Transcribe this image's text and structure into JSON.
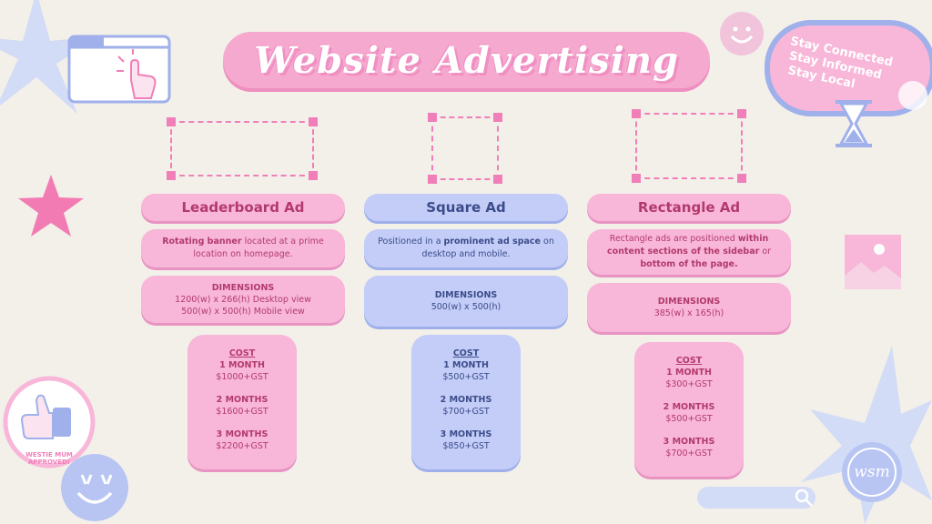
{
  "title": "Website Advertising",
  "sticker_lines": [
    "Stay Connected",
    "Stay Informed",
    "Stay Local"
  ],
  "badge_text": "WESTIE MUM APPROVED!",
  "logo_text": "wsm",
  "ads": [
    {
      "name": "Leaderboard Ad",
      "desc_parts": [
        {
          "t": "Rotating banner",
          "b": true
        },
        {
          "t": " located at a prime location on homepage.",
          "b": false
        }
      ],
      "dimensions_label": "DIMENSIONS",
      "dimensions": [
        "1200(w) x 266(h) Desktop view",
        "500(w) x 500(h) Mobile view"
      ],
      "cost_label": "COST",
      "costs": [
        {
          "period": "1 MONTH",
          "price": "$1000+GST"
        },
        {
          "period": "2 MONTHS",
          "price": "$1600+GST"
        },
        {
          "period": "3 MONTHS",
          "price": "$2200+GST"
        }
      ]
    },
    {
      "name": "Square Ad",
      "desc_parts": [
        {
          "t": "Positioned in a ",
          "b": false
        },
        {
          "t": "prominent ad space",
          "b": true
        },
        {
          "t": " on desktop and mobile.",
          "b": false
        }
      ],
      "dimensions_label": "DIMENSIONS",
      "dimensions": [
        "500(w) x 500(h)"
      ],
      "cost_label": "COST",
      "costs": [
        {
          "period": "1 MONTH",
          "price": "$500+GST"
        },
        {
          "period": "2 MONTHS",
          "price": "$700+GST"
        },
        {
          "period": "3 MONTHS",
          "price": "$850+GST"
        }
      ]
    },
    {
      "name": "Rectangle Ad",
      "desc_parts": [
        {
          "t": "Rectangle ads are positioned ",
          "b": false
        },
        {
          "t": "within content sections of the sidebar",
          "b": true
        },
        {
          "t": " or ",
          "b": false
        },
        {
          "t": "bottom of the page.",
          "b": true
        }
      ],
      "dimensions_label": "DIMENSIONS",
      "dimensions": [
        "385(w) x 165(h)"
      ],
      "cost_label": "COST",
      "costs": [
        {
          "period": "1 MONTH",
          "price": "$300+GST"
        },
        {
          "period": "2 MONTHS",
          "price": "$500+GST"
        },
        {
          "period": "3 MONTHS",
          "price": "$700+GST"
        }
      ]
    }
  ],
  "colors": {
    "pink": "#f8b6d8",
    "blue": "#c3cdf7",
    "accent": "#f07fb9",
    "background": "#f3efe9"
  },
  "icons": [
    "sparkle-icon",
    "browser-click-icon",
    "smiley-icon",
    "star-icon",
    "image-placeholder-icon",
    "thumbs-up-icon",
    "hourglass-icon",
    "search-icon"
  ]
}
